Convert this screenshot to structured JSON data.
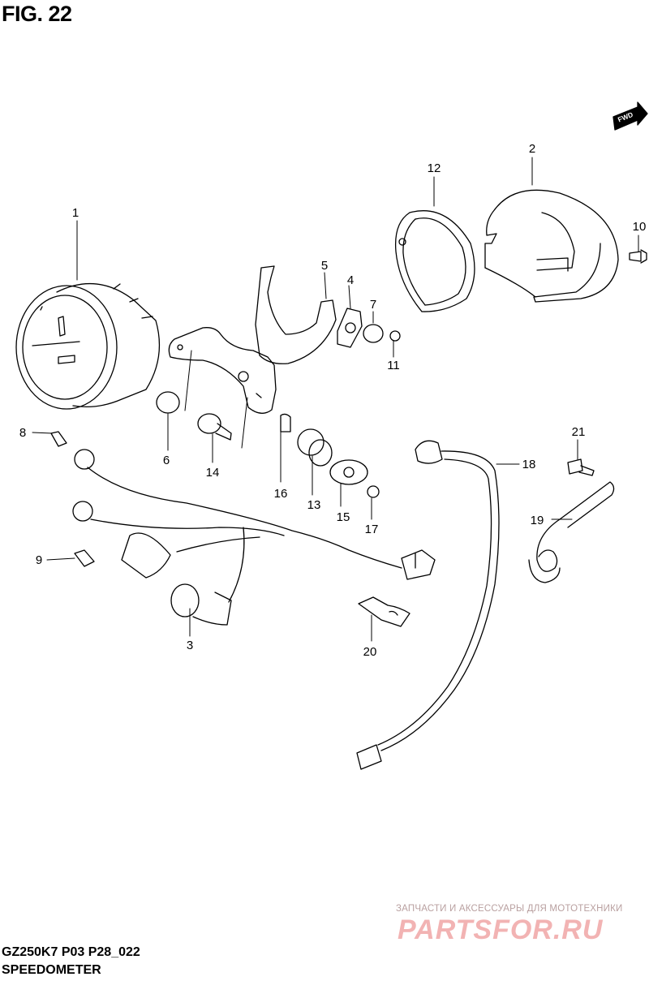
{
  "figure": {
    "title": "FIG. 22",
    "model_code": "GZ250K7 P03 P28_022",
    "caption": "SPEEDOMETER",
    "fwd_label": "FWD"
  },
  "watermark": {
    "tagline": "ЗАПЧАСТИ И АКСЕССУАРЫ ДЛЯ МОТОТЕХНИКИ",
    "logo": "PARTSFOR.RU"
  },
  "callouts": [
    "1",
    "2",
    "3",
    "4",
    "5",
    "6",
    "7",
    "8",
    "9",
    "10",
    "11",
    "12",
    "13",
    "14",
    "15",
    "16",
    "17",
    "18",
    "19",
    "20",
    "21"
  ]
}
